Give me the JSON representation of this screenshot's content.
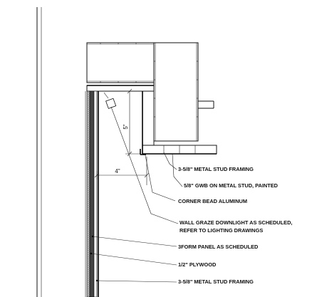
{
  "dimensions": {
    "vertical": "5\"",
    "horizontal": "4\""
  },
  "notes": [
    {
      "id": "metal-stud-framing-top",
      "lines": [
        "3-5/8\" METAL STUD FRAMING"
      ]
    },
    {
      "id": "gwb-on-metal-stud",
      "lines": [
        "5/8\" GWB ON METAL STUD, PAINTED"
      ]
    },
    {
      "id": "corner-bead",
      "lines": [
        "CORNER BEAD ALUMINUM"
      ]
    },
    {
      "id": "wall-graze-downlight",
      "lines": [
        "WALL GRAZE DOWNLIGHT AS SCHEDULED,",
        "REFER TO LIGHTING DRAWINGS"
      ]
    },
    {
      "id": "3form-panel",
      "lines": [
        "3FORM PANEL AS SCHEDULED"
      ]
    },
    {
      "id": "plywood",
      "lines": [
        "1/2\" PLYWOOD"
      ]
    },
    {
      "id": "metal-stud-framing-bottom",
      "lines": [
        "3-5/8\" METAL STUD FRAMING"
      ]
    }
  ]
}
